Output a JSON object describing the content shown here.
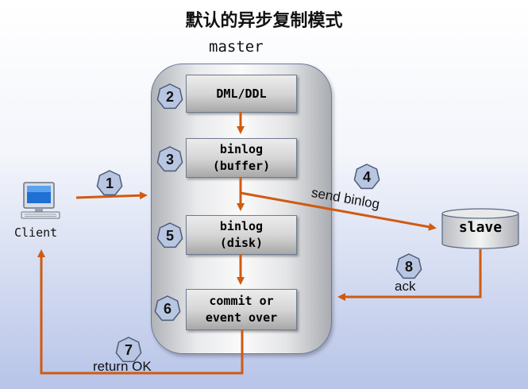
{
  "title": "默认的异步复制模式",
  "master": {
    "label": "master",
    "steps": [
      {
        "number": "2",
        "text": "DML/DDL"
      },
      {
        "number": "3",
        "text": "binlog\n(buffer)"
      },
      {
        "number": "5",
        "text": "binlog\n(disk)"
      },
      {
        "number": "6",
        "text": "commit or\nevent over"
      }
    ]
  },
  "client": {
    "label": "Client",
    "icon": "computer-icon"
  },
  "slave": {
    "label": "slave"
  },
  "edges": {
    "client_to_master": {
      "number": "1"
    },
    "send_binlog": {
      "number": "4",
      "label": "send binlog"
    },
    "ack": {
      "number": "8",
      "label": "ack"
    },
    "return_ok": {
      "number": "7",
      "label": "return OK"
    }
  },
  "colors": {
    "arrow": "#d05a10",
    "badge_fill": "#b8c6e2",
    "badge_stroke": "#4d5c78"
  }
}
